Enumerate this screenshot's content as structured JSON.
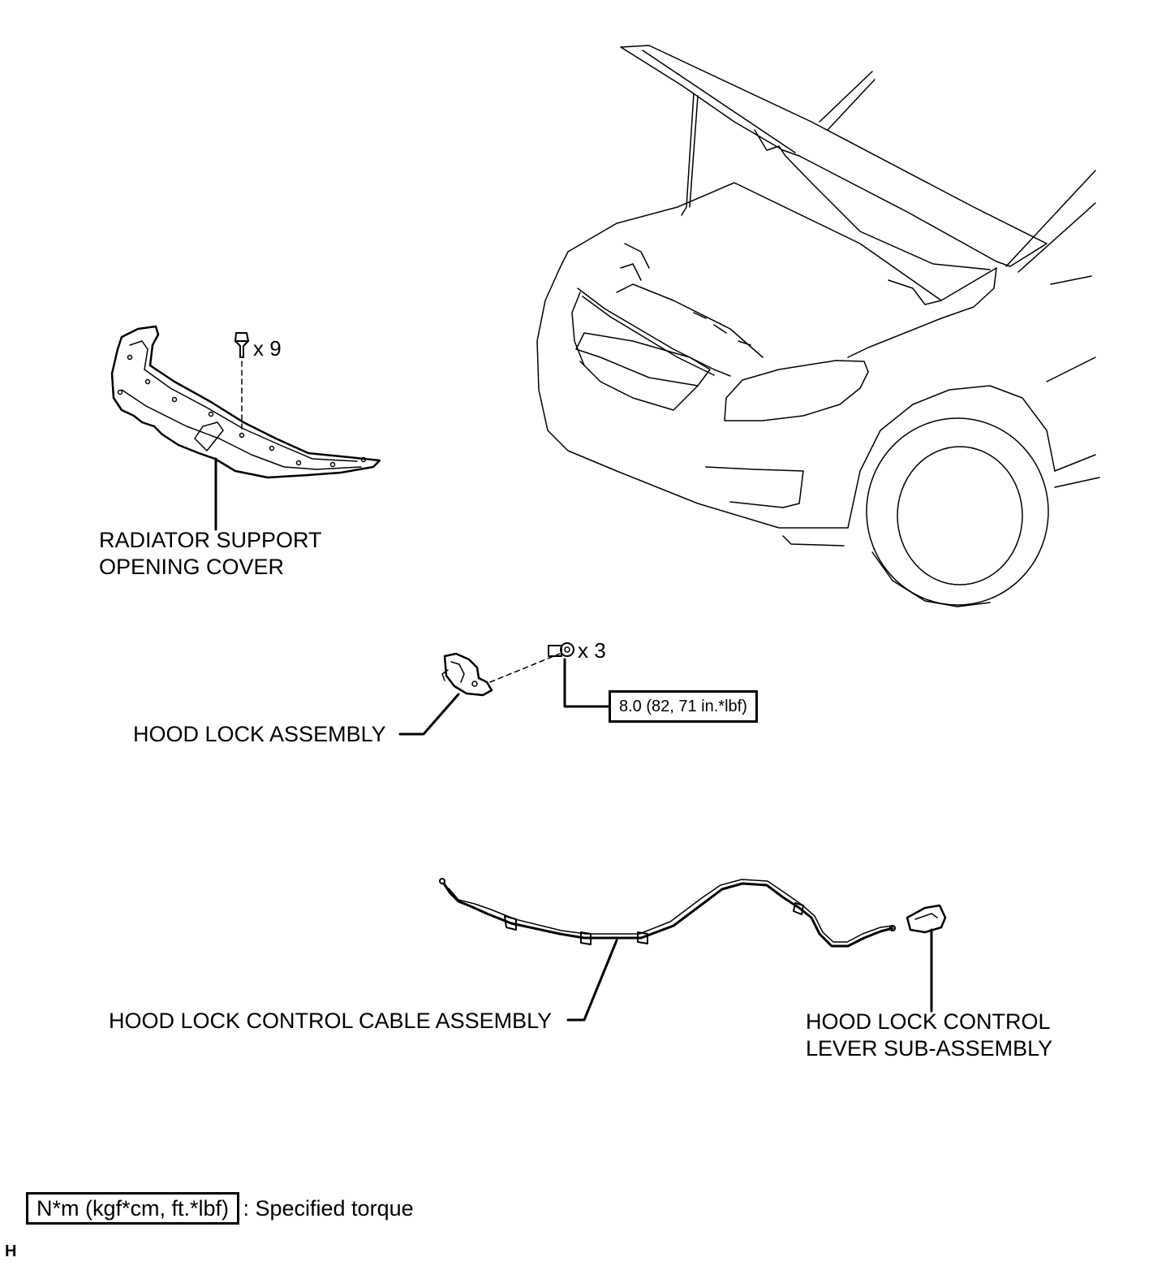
{
  "labels": {
    "radiator_cover": [
      "RADIATOR SUPPORT",
      "OPENING COVER"
    ],
    "hood_lock": "HOOD LOCK ASSEMBLY",
    "cable": "HOOD LOCK CONTROL CABLE ASSEMBLY",
    "lever": [
      "HOOD LOCK CONTROL",
      "LEVER SUB-ASSEMBLY"
    ]
  },
  "quantities": {
    "clips": "x 9",
    "bolts": "x 3"
  },
  "torque": "8.0 (82, 71 in.*lbf)",
  "legend": {
    "unit": "N*m (kgf*cm, ft.*lbf)",
    "meaning": ": Specified torque"
  },
  "corner_mark": "H"
}
